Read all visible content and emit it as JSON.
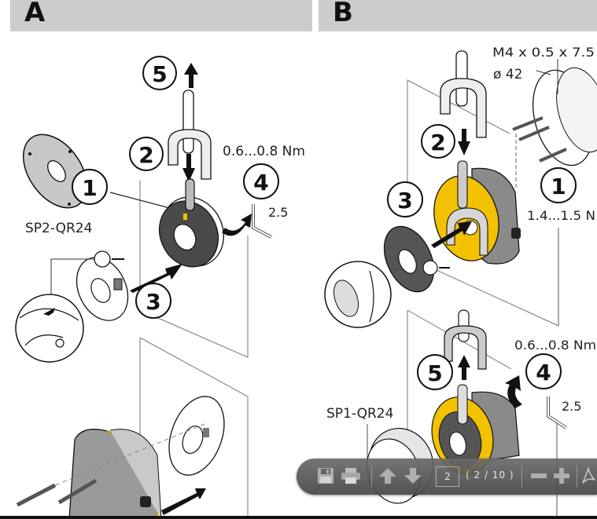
{
  "panels": {
    "a": {
      "letter": "A"
    },
    "b": {
      "letter": "B"
    }
  },
  "panel_a": {
    "steps": [
      "1",
      "2",
      "3",
      "4",
      "5"
    ],
    "part_label": "SP2-QR24",
    "torque": "0.6...0.8 Nm",
    "hex_key_size": "2.5"
  },
  "panel_b": {
    "steps": [
      "1",
      "2",
      "3",
      "4",
      "5"
    ],
    "part_label": "SP1-QR24",
    "screw_spec": "M4 x 0.5 x 7.5",
    "diameter": "ø 42",
    "torque_mount": "1.4...1.5 N",
    "torque_clamp": "0.6...0.8 Nm",
    "hex_key_size": "2.5"
  },
  "colors": {
    "header_bg": "#cccccc",
    "accent_yellow": "#f2c200",
    "part_gray": "#9a9a9a",
    "part_dark": "#4a4a4a",
    "toolbar_bg": "#555555"
  },
  "toolbar": {
    "save_icon": "floppy-disk-icon",
    "print_icon": "printer-icon",
    "prev_icon": "arrow-up-icon",
    "next_icon": "arrow-down-icon",
    "page_value": "2",
    "page_count": "( 2 / 10 )",
    "zoom_out_icon": "minus-icon",
    "zoom_in_icon": "plus-icon",
    "acrobat_icon": "acrobat-icon"
  }
}
